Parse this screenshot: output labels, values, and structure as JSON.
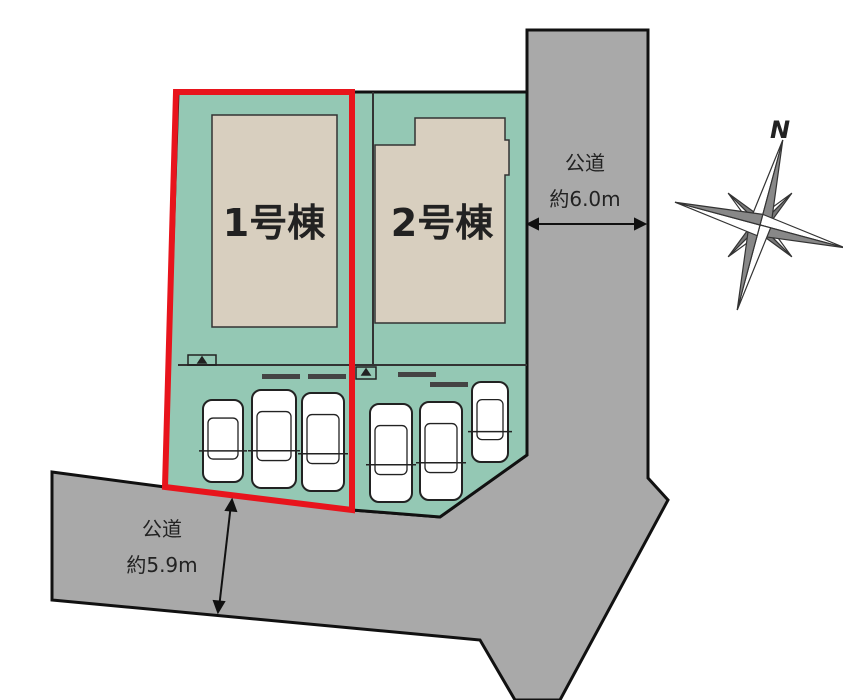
{
  "lots": [
    {
      "label": "1号棟",
      "selected": true
    },
    {
      "label": "2号棟",
      "selected": false
    }
  ],
  "roads": [
    {
      "name": "公道",
      "width_label": "約6.0m"
    },
    {
      "name": "公道",
      "width_label": "約5.9m"
    }
  ],
  "compass": {
    "label": "N"
  },
  "colors": {
    "lot": "#94c8b4",
    "building": "#d8cfbf",
    "road": "#a9a9a9",
    "highlight": "#e8141c"
  }
}
